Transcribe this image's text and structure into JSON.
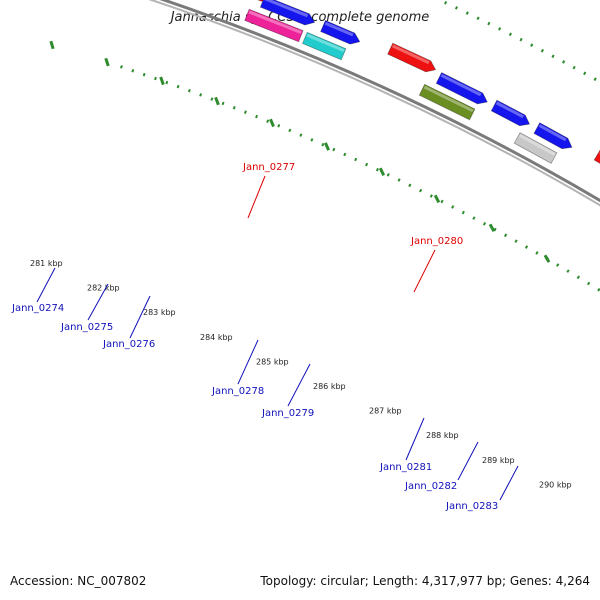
{
  "title": "Jannaschia sp. CCS1, complete genome",
  "footer": {
    "accession": "Accession: NC_007802",
    "topology": "Topology: circular; Length: 4,317,977 bp; Genes: 4,264"
  },
  "colors": {
    "backbone": "#8a8a8a",
    "dots": "#2e8b2e",
    "blue": "#1515ee",
    "red": "#ee1111",
    "steelblue": "#5585b5",
    "cyan": "#11eeee",
    "olive": "#6b8e23",
    "magenta": "#ee2299",
    "turquoise": "#22cccc",
    "silver": "#c8c8c8",
    "label_blue": "#1111bb",
    "label_red": "#dd0000"
  },
  "ticks": [
    "281 kbp",
    "282 kbp",
    "283 kbp",
    "284 kbp",
    "285 kbp",
    "286 kbp",
    "287 kbp",
    "288 kbp",
    "289 kbp",
    "290 kbp"
  ],
  "gene_labels": [
    {
      "text": "Jann_0274",
      "color": "label_blue"
    },
    {
      "text": "Jann_0275",
      "color": "label_blue"
    },
    {
      "text": "Jann_0276",
      "color": "label_blue"
    },
    {
      "text": "Jann_0277",
      "color": "label_red"
    },
    {
      "text": "Jann_0278",
      "color": "label_blue"
    },
    {
      "text": "Jann_0279",
      "color": "label_blue"
    },
    {
      "text": "Jann_0280",
      "color": "label_red"
    },
    {
      "text": "Jann_0281",
      "color": "label_blue"
    },
    {
      "text": "Jann_0282",
      "color": "label_blue"
    },
    {
      "text": "Jann_0283",
      "color": "label_blue"
    }
  ]
}
